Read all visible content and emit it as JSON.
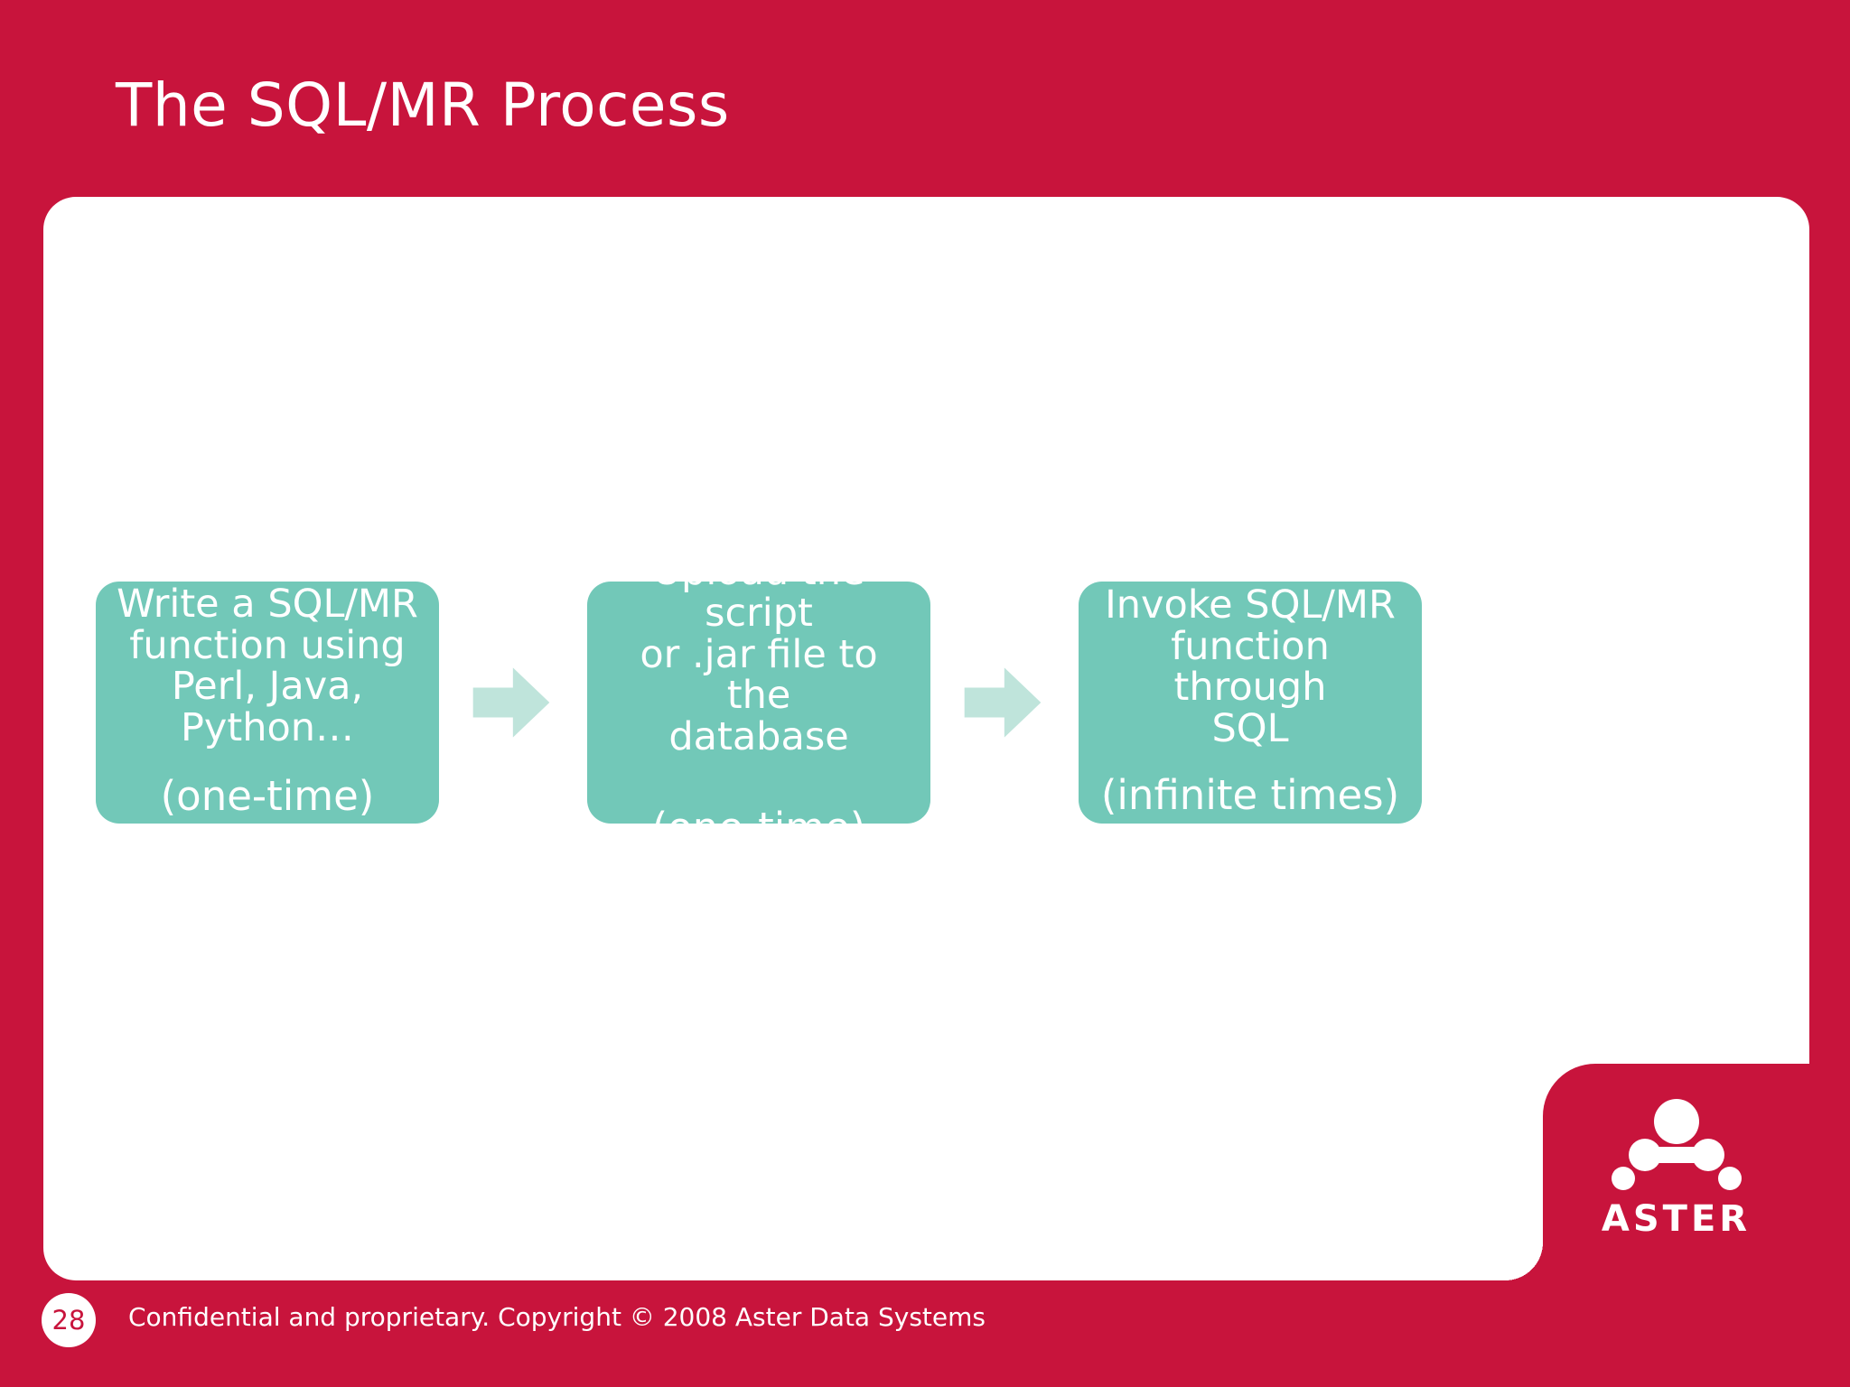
{
  "slide": {
    "title": "The SQL/MR Process",
    "header_color": "#C8143C",
    "panel_color": "#FFFFFF",
    "box_color": "#72C8B8",
    "arrow_color": "#BFE4DB"
  },
  "flow": {
    "steps": [
      {
        "name": "write-function",
        "body": "Write a SQL/MR\nfunction using\nPerl, Java,\nPython…",
        "note": "(one-time)"
      },
      {
        "name": "upload-script",
        "body": "Upload the script\nor .jar file to the\ndatabase",
        "note": "(one-time)"
      },
      {
        "name": "invoke-function",
        "body": "Invoke SQL/MR\nfunction through\nSQL",
        "note": "(infinite times)"
      }
    ],
    "arrows": [
      {
        "name": "arrow-right-icon-1"
      },
      {
        "name": "arrow-right-icon-2"
      }
    ]
  },
  "footer": {
    "page_number": "28",
    "copyright": "Confidential and proprietary. Copyright © 2008 Aster Data Systems"
  },
  "logo": {
    "wordmark": "ASTER",
    "mark_name": "aster-nodes-logo-icon"
  }
}
